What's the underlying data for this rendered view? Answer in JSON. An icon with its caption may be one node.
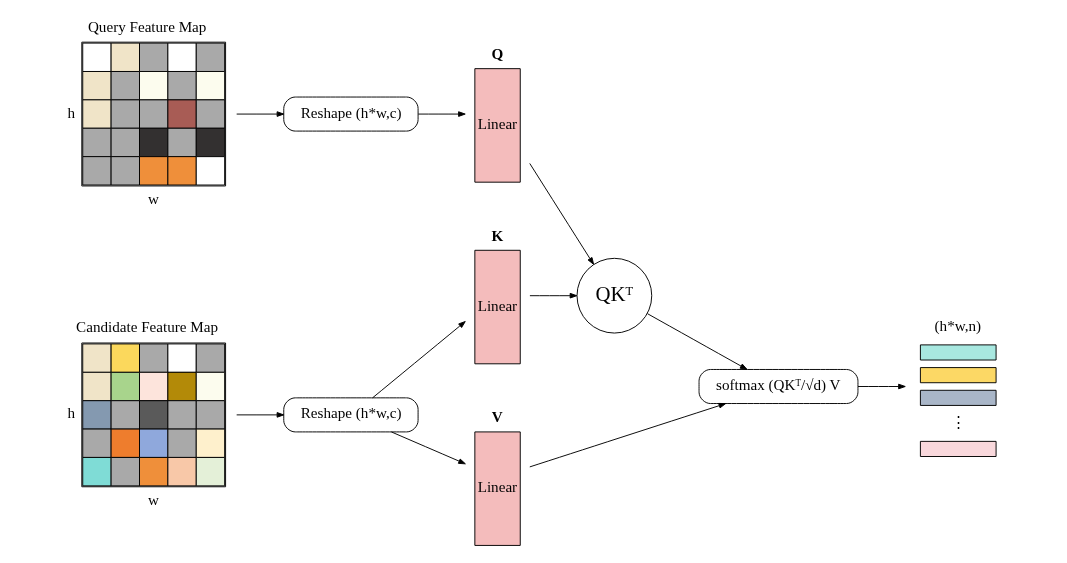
{
  "diagram": {
    "nodes": [
      {
        "text": [
          "Query Feature Map"
        ],
        "beside": [
          "h",
          "w"
        ]
      },
      {
        "text": [
          "Reshape (h*w,c)"
        ]
      },
      {
        "text": [
          "Linear"
        ],
        "beside": [
          "Q"
        ]
      },
      {
        "text": [
          "QKᵀ"
        ]
      },
      {
        "text": [
          "Candidate Feature Map"
        ],
        "beside": [
          "h",
          "w"
        ]
      },
      {
        "text": [
          "Reshape (h*w,c)"
        ]
      },
      {
        "text": [
          "Linear"
        ],
        "beside": [
          "K"
        ]
      },
      {
        "text": [
          "Linear"
        ],
        "beside": [
          "V"
        ]
      },
      {
        "text": [
          "softmax (QKᵀ/√d) V"
        ]
      },
      {
        "text": [
          "(h*w,n)"
        ]
      }
    ],
    "edges": [
      {
        "from": 0,
        "to": 1,
        "arrow": "to"
      },
      {
        "from": 1,
        "to": 2,
        "arrow": "to"
      },
      {
        "from": 2,
        "to": 3,
        "arrow": "to"
      },
      {
        "from": 4,
        "to": 5,
        "arrow": "to"
      },
      {
        "from": 5,
        "to": 6,
        "arrow": "to"
      },
      {
        "from": 5,
        "to": 7,
        "arrow": "to"
      },
      {
        "from": 6,
        "to": 3,
        "arrow": "to"
      },
      {
        "from": 3,
        "to": 8,
        "arrow": "to"
      },
      {
        "from": 7,
        "to": 8,
        "arrow": "to"
      },
      {
        "from": 8,
        "to": 9,
        "arrow": "to"
      }
    ],
    "labels": [
      "⋮"
    ]
  }
}
